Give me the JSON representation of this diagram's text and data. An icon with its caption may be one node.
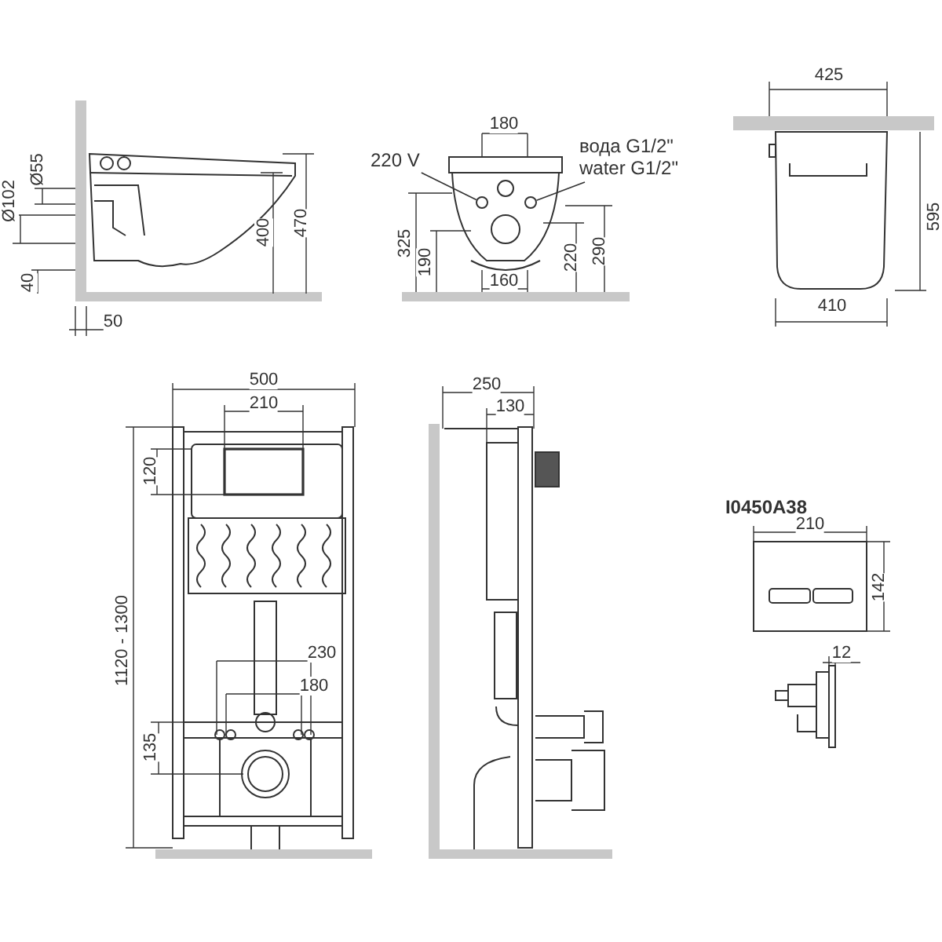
{
  "diagram": {
    "nodes": [
      {
        "text": [
          "220 V"
        ]
      },
      {
        "text": [
          "вода G1/2\"",
          "water G1/2\""
        ]
      },
      {
        "text": [],
        "shape": "circle"
      },
      {
        "text": [],
        "shape": "circle"
      }
    ],
    "edges": [
      {
        "from": 0,
        "to": 2,
        "arrow": "none"
      },
      {
        "from": 1,
        "to": 3,
        "arrow": "none"
      }
    ],
    "labels": [
      "Ø102",
      "Ø55",
      "470",
      "400",
      "40",
      "50",
      "180",
      "325",
      "190",
      "220",
      "290",
      "160",
      "425",
      "595",
      "410",
      "500",
      "210",
      "120",
      "1120 - 1300",
      "230",
      "180",
      "135",
      "250",
      "130",
      "I0450A38",
      "210",
      "142",
      "12"
    ]
  }
}
